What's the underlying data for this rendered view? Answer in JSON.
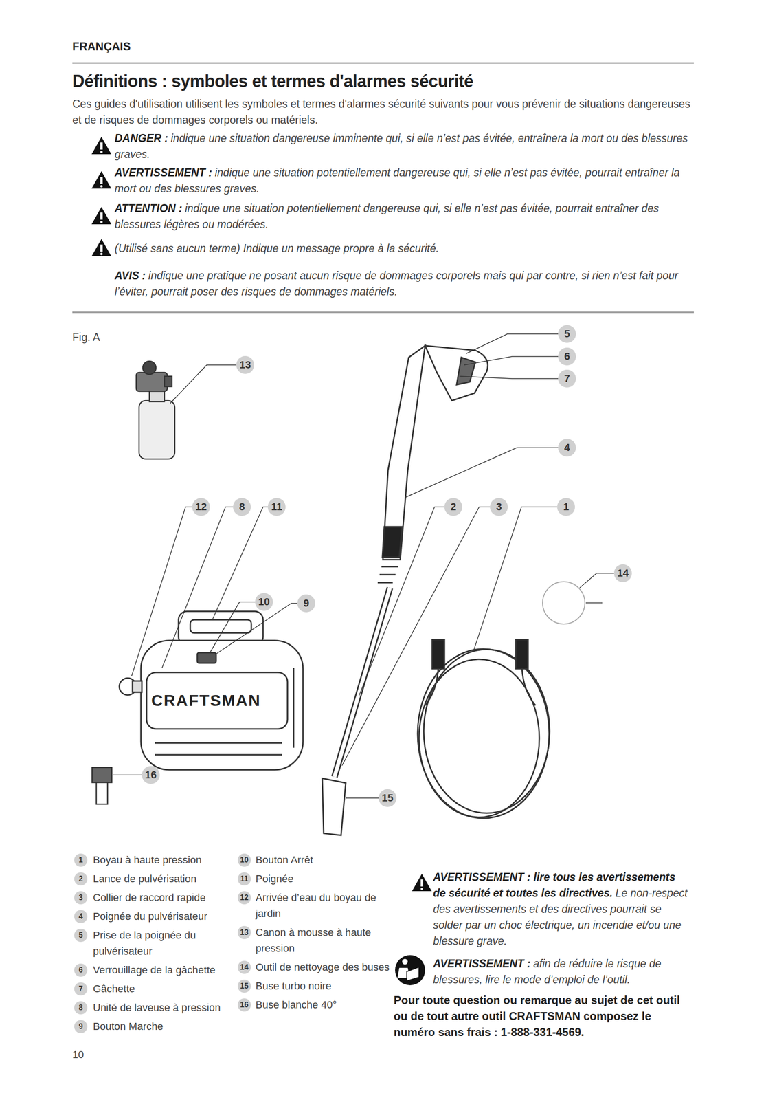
{
  "diagram": {
    "title": "Définitions : symboles et termes d'alarmes sécurité",
    "nodes": [
      {
        "text": [
          "5"
        ]
      },
      {
        "text": [
          "6"
        ]
      },
      {
        "text": [
          "7"
        ]
      },
      {
        "text": [
          "13"
        ]
      },
      {
        "text": [
          "4"
        ]
      },
      {
        "text": [
          "12"
        ]
      },
      {
        "text": [
          "8"
        ]
      },
      {
        "text": [
          "11"
        ]
      },
      {
        "text": [
          "2"
        ]
      },
      {
        "text": [
          "3"
        ]
      },
      {
        "text": [
          "1"
        ]
      },
      {
        "text": [
          "14"
        ]
      },
      {
        "text": [
          "10"
        ]
      },
      {
        "text": [
          "9"
        ]
      },
      {
        "text": [
          "16"
        ]
      },
      {
        "text": [
          "15"
        ]
      },
      {
        "text": [
          "1"
        ]
      },
      {
        "text": [
          "2"
        ]
      },
      {
        "text": [
          "3"
        ]
      },
      {
        "text": [
          "4"
        ]
      },
      {
        "text": [
          "5"
        ]
      },
      {
        "text": [
          "6"
        ]
      },
      {
        "text": [
          "7"
        ]
      },
      {
        "text": [
          "8"
        ]
      },
      {
        "text": [
          "9"
        ]
      },
      {
        "text": [
          "10"
        ]
      },
      {
        "text": [
          "11"
        ]
      },
      {
        "text": [
          "12"
        ]
      },
      {
        "text": [
          "13"
        ]
      },
      {
        "text": [
          "14"
        ]
      },
      {
        "text": [
          "15"
        ]
      },
      {
        "text": [
          "16"
        ]
      }
    ],
    "labels": [
      "FRANÇAIS",
      "Ces guides d'utilisation utilisent les symboles et termes d'alarmes sécurité suivants pour vous prévenir de situations dangereuses et de risques de dommages corporels ou matériels.",
      "DANGER :",
      "indique une situation dangereuse imminente qui, si elle n’est pas évitée, entraînera la mort ou des blessures graves.",
      "AVERTISSEMENT :",
      "indique une situation potentiellement dangereuse qui, si elle n’est pas évitée, pourrait entraîner la mort ou des blessures graves.",
      "ATTENTION :",
      "indique une situation potentiellement dangereuse qui, si elle n’est pas évitée, pourrait entraîner des blessures légères ou modérées.",
      "(Utilisé sans aucun terme) Indique un message propre à la sécurité.",
      "AVIS :",
      "indique une pratique ne posant aucun risque de dommages corporels mais qui par contre, si rien n’est fait pour l’éviter, pourrait poser des risques de dommages matériels.",
      "Fig. A",
      "CRAFTSMAN",
      "Boyau à haute pression",
      "Lance de pulvérisation",
      "Collier de raccord rapide",
      "Poignée du pulvérisateur",
      "Prise de la poignée du pulvérisateur",
      "Verrouillage de la gâchette",
      "Gâchette",
      "Unité de laveuse à pression",
      "Bouton Marche",
      "Bouton Arrêt",
      "Poignée",
      "Arrivée d’eau du boyau de jardin",
      "Canon à mousse à haute pression",
      "Outil de nettoyage des buses",
      "Buse turbo noire",
      "Buse blanche 40°",
      "AVERTISSEMENT : lire tous les avertissements de sécurité et toutes les directives.",
      "Le non-respect des avertissements et des directives pourrait se solder par un choc électrique, un incendie et/ou une blessure grave.",
      "AVERTISSEMENT :",
      "afin de réduire le risque de blessures, lire le mode d’emploi de l’outil.",
      "Pour toute question ou remarque au sujet de cet outil ou de tout autre outil CRAFTSMAN composez le numéro sans frais : 1-888-331-4569.",
      "10"
    ]
  }
}
